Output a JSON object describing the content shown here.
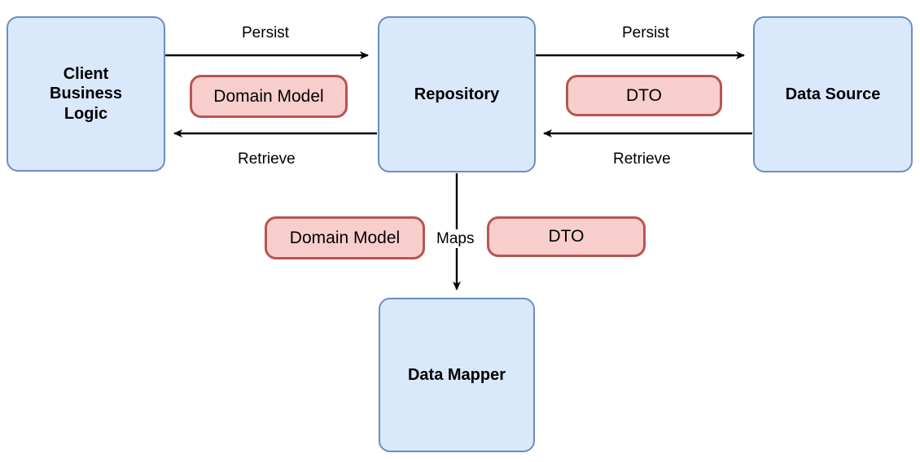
{
  "diagram": {
    "title": "Repository and Data Mapper pattern diagram",
    "colors": {
      "node_fill": "#dae8fc",
      "node_stroke": "#6c8ebf",
      "pill_fill": "#f8cecc",
      "pill_stroke": "#b85450",
      "edge_stroke": "#000000",
      "background": "#ffffff"
    },
    "nodes": [
      {
        "id": "client",
        "label": "Client\nBusiness\nLogic",
        "label_line1": "Client",
        "label_line2": "Business",
        "label_line3": "Logic",
        "shape": "rounded-rect",
        "kind": "component"
      },
      {
        "id": "repository",
        "label": "Repository",
        "shape": "rounded-rect",
        "kind": "component"
      },
      {
        "id": "data_source",
        "label": "Data Source",
        "shape": "rounded-rect",
        "kind": "component"
      },
      {
        "id": "data_mapper",
        "label": "Data Mapper",
        "shape": "rounded-rect",
        "kind": "component"
      }
    ],
    "pills": [
      {
        "id": "pill_domain_model_top",
        "label": "Domain Model"
      },
      {
        "id": "pill_dto_top",
        "label": "DTO"
      },
      {
        "id": "pill_domain_model_bottom",
        "label": "Domain Model"
      },
      {
        "id": "pill_dto_bottom",
        "label": "DTO"
      }
    ],
    "edges": [
      {
        "id": "edge_client_to_repository",
        "label": "Persist",
        "from": "client",
        "to": "repository",
        "direction": "right"
      },
      {
        "id": "edge_repository_to_client",
        "label": "Retrieve",
        "from": "repository",
        "to": "client",
        "direction": "left"
      },
      {
        "id": "edge_repository_to_data_source",
        "label": "Persist",
        "from": "repository",
        "to": "data_source",
        "direction": "right"
      },
      {
        "id": "edge_data_source_to_repository",
        "label": "Retrieve",
        "from": "data_source",
        "to": "repository",
        "direction": "left"
      },
      {
        "id": "edge_repository_to_data_mapper",
        "label": "Maps",
        "from": "repository",
        "to": "data_mapper",
        "direction": "down"
      }
    ]
  }
}
